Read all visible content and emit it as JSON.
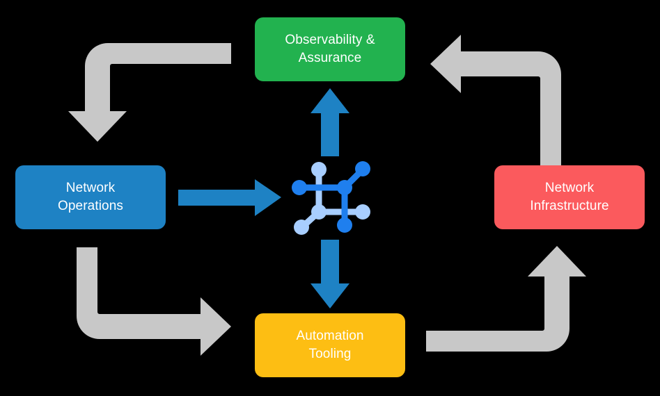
{
  "diagram": {
    "title": "Network lifecycle cycle diagram",
    "background_color": "#000000",
    "center_icon": {
      "name": "network-mesh-icon",
      "primary_color": "#1f7fee",
      "secondary_color": "#a8ceff"
    },
    "nodes": [
      {
        "id": "observability",
        "label": "Observability &\nAssurance",
        "color": "#22b24f",
        "position": "top"
      },
      {
        "id": "operations",
        "label": "Network\nOperations",
        "color": "#1e82c4",
        "position": "left"
      },
      {
        "id": "infrastructure",
        "label": "Network\nInfrastructure",
        "color": "#fb5a5d",
        "position": "right"
      },
      {
        "id": "automation",
        "label": "Automation\nTooling",
        "color": "#fdbe13",
        "position": "bottom"
      }
    ],
    "connectors": [
      {
        "id": "observability-to-operations",
        "name": "elbow-arrow-top-left",
        "from": "observability",
        "to": "operations",
        "color": "#c8c8c8",
        "direction": "down"
      },
      {
        "id": "infrastructure-to-observability",
        "name": "elbow-arrow-top-right",
        "from": "infrastructure",
        "to": "observability",
        "color": "#c8c8c8",
        "direction": "left"
      },
      {
        "id": "operations-to-automation",
        "name": "elbow-arrow-bottom-left",
        "from": "operations",
        "to": "automation",
        "color": "#c8c8c8",
        "direction": "right"
      },
      {
        "id": "automation-to-infrastructure",
        "name": "elbow-arrow-bottom-right",
        "from": "automation",
        "to": "infrastructure",
        "color": "#c8c8c8",
        "direction": "up"
      },
      {
        "id": "center-to-observability",
        "name": "arrow-up-blue",
        "from": "center",
        "to": "observability",
        "color": "#1e82c4",
        "direction": "up"
      },
      {
        "id": "center-to-automation",
        "name": "arrow-down-blue",
        "from": "center",
        "to": "automation",
        "color": "#1e82c4",
        "direction": "down"
      },
      {
        "id": "operations-to-center",
        "name": "arrow-right-blue",
        "from": "operations",
        "to": "center",
        "color": "#1e82c4",
        "direction": "right"
      }
    ]
  }
}
